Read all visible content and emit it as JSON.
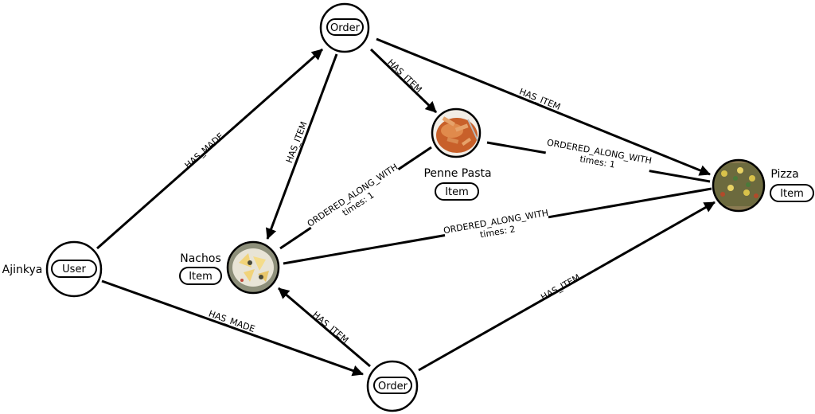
{
  "nodes": {
    "order_top": {
      "label": "Order"
    },
    "order_bottom": {
      "label": "Order"
    },
    "user": {
      "name": "Ajinkya",
      "label": "User"
    },
    "penne": {
      "name": "Penne Pasta",
      "label": "Item"
    },
    "pizza": {
      "name": "Pizza",
      "label": "Item"
    },
    "nachos": {
      "name": "Nachos",
      "label": "Item"
    }
  },
  "edges": {
    "user_order_top": {
      "label": "HAS_MADE"
    },
    "user_order_bottom": {
      "label": "HAS_MADE"
    },
    "order_top_nachos": {
      "label": "HAS_ITEM"
    },
    "order_top_penne": {
      "label": "HAS_ITEM"
    },
    "order_top_pizza": {
      "label": "HAS_ITEM"
    },
    "order_bottom_nachos": {
      "label": "HAS_ITEM"
    },
    "order_bottom_pizza": {
      "label": "HAS_ITEM"
    },
    "penne_pizza": {
      "label": "ORDERED_ALONG_WITH",
      "times": "times: 1"
    },
    "nachos_penne": {
      "label": "ORDERED_ALONG_WITH",
      "times": "times: 1"
    },
    "nachos_pizza": {
      "label": "ORDERED_ALONG_WITH",
      "times": "times: 2"
    }
  },
  "colors": {
    "line": "#000000",
    "background": "#ffffff",
    "pasta_sauce": "#c8602a",
    "pizza_crust": "#8a7a52",
    "nachos_plate": "#8d8f7a"
  }
}
